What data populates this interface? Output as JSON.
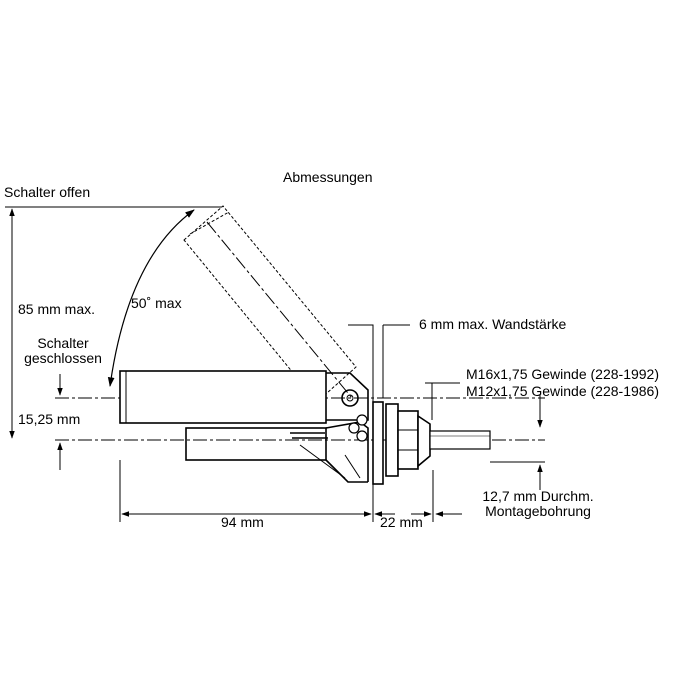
{
  "title": "Abmessungen",
  "labels": {
    "switch_open": "Schalter offen",
    "switch_closed_line1": "Schalter",
    "switch_closed_line2": "geschlossen",
    "height_max": "85 mm max.",
    "angle_max": "50˚ max",
    "offset": "15,25 mm",
    "wall_thickness": "6 mm max. Wandstärke",
    "thread_1": "M16x1,75 Gewinde (228-1992)",
    "thread_2": "M12x1,75 Gewinde (228-1986)",
    "length_body": "94 mm",
    "length_nut": "22 mm",
    "hole_line1": "12,7 mm Durchm.",
    "hole_line2": "Montagebohrung"
  },
  "colors": {
    "line": "#000000",
    "background": "#ffffff"
  }
}
